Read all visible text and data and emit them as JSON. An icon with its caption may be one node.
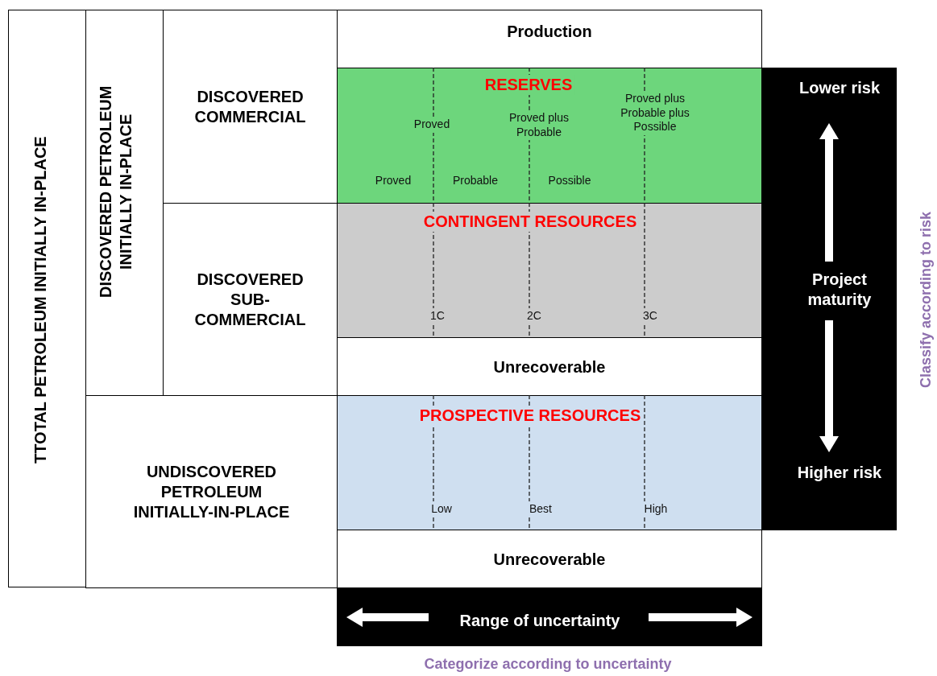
{
  "diagram": {
    "nodes": [
      {
        "text": [
          "TTOTAL PETROLEUM INITIALLY IN-PLACE"
        ]
      },
      {
        "text": [
          "DISCOVERED PETROLEUM INITIALLY IN-PLACE"
        ]
      },
      {
        "text": [
          "DISCOVERED COMMERCIAL"
        ]
      },
      {
        "text": [
          "DISCOVERED SUB-COMMERCIAL"
        ]
      },
      {
        "text": [
          "UNDISCOVERED PETROLEUM INITIALLY-IN-PLACE"
        ]
      },
      {
        "text": [
          "Production"
        ]
      },
      {
        "text": [
          "RESERVES",
          "Proved",
          "Proved plus Probable",
          "Proved plus Probable plus Possible",
          "Proved",
          "Probable",
          "Possible"
        ]
      },
      {
        "text": [
          "CONTINGENT RESOURCES",
          "1C",
          "2C",
          "3C"
        ]
      },
      {
        "text": [
          "Unrecoverable"
        ]
      },
      {
        "text": [
          "PROSPECTIVE RESOURCES",
          "Low",
          "Best",
          "High"
        ]
      },
      {
        "text": [
          "Unrecoverable"
        ]
      },
      {
        "text": [
          "Lower risk",
          "Project maturity",
          "Higher risk"
        ]
      },
      {
        "text": [
          "Range of uncertainty"
        ]
      }
    ],
    "labels": [
      "Classify according to risk",
      "Categorize according to uncertainty"
    ]
  }
}
